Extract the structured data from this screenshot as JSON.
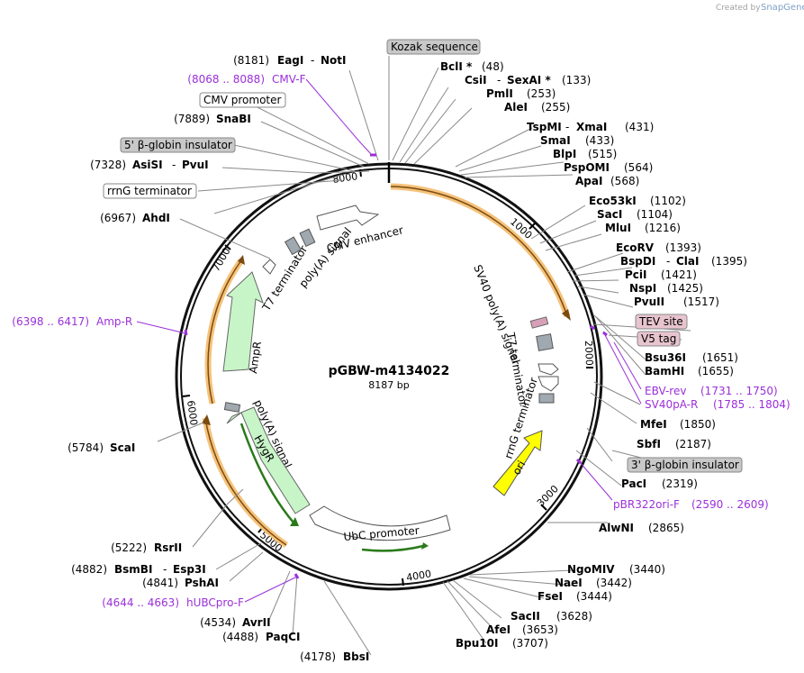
{
  "credit": {
    "text": "Created by",
    "brand": "SnapGene"
  },
  "map": {
    "name": "pGBW-m4134022",
    "length_label": "8187 bp",
    "length": 8187,
    "ticks": [
      "1000",
      "2000",
      "3000",
      "4000",
      "5000",
      "6000",
      "7000",
      "8000"
    ]
  },
  "sites": [
    {
      "name": "EagI",
      "name2": "NotI",
      "pos": "(8181)"
    },
    {
      "name": "SnaBI",
      "pos": "(7889)"
    },
    {
      "name": "AsiSI",
      "name2": "PvuI",
      "pos": "(7328)"
    },
    {
      "name": "AhdI",
      "pos": "(6967)"
    },
    {
      "name": "ScaI",
      "pos": "(5784)"
    },
    {
      "name": "RsrII",
      "pos": "(5222)"
    },
    {
      "name": "BsmBI",
      "name2": "Esp3I",
      "pos": "(4882)"
    },
    {
      "name": "PshAI",
      "pos": "(4841)"
    },
    {
      "name": "AvrII",
      "pos": "(4534)"
    },
    {
      "name": "PaqCI",
      "pos": "(4488)"
    },
    {
      "name": "BbsI",
      "pos": "(4178)"
    },
    {
      "name": "BclI *",
      "pos": "(48)"
    },
    {
      "name": "CsiI",
      "name2": "SexAI *",
      "pos": "(133)"
    },
    {
      "name": "PmlI",
      "pos": "(253)"
    },
    {
      "name": "AleI",
      "pos": "(255)"
    },
    {
      "name": "TspMI",
      "name2": "XmaI",
      "pos": "(431)"
    },
    {
      "name": "SmaI",
      "pos": "(433)"
    },
    {
      "name": "BlpI",
      "pos": "(515)"
    },
    {
      "name": "PspOMI",
      "pos": "(564)"
    },
    {
      "name": "ApaI",
      "pos": "(568)"
    },
    {
      "name": "Eco53kI",
      "pos": "(1102)"
    },
    {
      "name": "SacI",
      "pos": "(1104)"
    },
    {
      "name": "MluI",
      "pos": "(1216)"
    },
    {
      "name": "EcoRV",
      "pos": "(1393)"
    },
    {
      "name": "BspDI",
      "name2": "ClaI",
      "pos": "(1395)"
    },
    {
      "name": "PciI",
      "pos": "(1421)"
    },
    {
      "name": "NspI",
      "pos": "(1425)"
    },
    {
      "name": "PvuII",
      "pos": "(1517)"
    },
    {
      "name": "Bsu36I",
      "pos": "(1651)"
    },
    {
      "name": "BamHI",
      "pos": "(1655)"
    },
    {
      "name": "MfeI",
      "pos": "(1850)"
    },
    {
      "name": "SbfI",
      "pos": "(2187)"
    },
    {
      "name": "PacI",
      "pos": "(2319)"
    },
    {
      "name": "AlwNI",
      "pos": "(2865)"
    },
    {
      "name": "NgoMIV",
      "pos": "(3440)"
    },
    {
      "name": "NaeI",
      "pos": "(3442)"
    },
    {
      "name": "FseI",
      "pos": "(3444)"
    },
    {
      "name": "SacII",
      "pos": "(3628)"
    },
    {
      "name": "AfeI",
      "pos": "(3653)"
    },
    {
      "name": "Bpu10I",
      "pos": "(3707)"
    }
  ],
  "primers": [
    {
      "range": "(8068 .. 8088)",
      "name": "CMV-F"
    },
    {
      "range": "(6398 .. 6417)",
      "name": "Amp-R"
    },
    {
      "range": "(4644 .. 4663)",
      "name": "hUBCpro-F"
    },
    {
      "name": "EBV-rev",
      "range": "(1731 .. 1750)"
    },
    {
      "name": "SV40pA-R",
      "range": "(1785 .. 1804)"
    },
    {
      "name": "pBR322ori-F",
      "range": "(2590 .. 2609)"
    }
  ],
  "boxes": [
    {
      "label": "Kozak sequence",
      "fill": "#c8c8c8"
    },
    {
      "label": "CMV promoter",
      "fill": "#ffffff"
    },
    {
      "label": "5' β-globin insulator",
      "fill": "#c8c8c8"
    },
    {
      "label": "rrnG terminator",
      "fill": "#ffffff"
    },
    {
      "label": "TEV site",
      "fill": "#e8c4cf"
    },
    {
      "label": "V5 tag",
      "fill": "#e8c4cf"
    },
    {
      "label": "3' β-globin insulator",
      "fill": "#c8c8c8"
    }
  ],
  "features": {
    "cmv_enhancer": "CMV enhancer",
    "polya_signal": "poly(A) signal",
    "t7_terminator": "T7 terminator",
    "ampr": "AmpR",
    "sv40_polya": "SV40 poly(A) signal",
    "t7_terminator_r": "T7 terminator",
    "rrng_terminator_r": "rrnG terminator",
    "ori": "ori",
    "polya_signal_l": "poly(A) signal",
    "hygr": "HygR",
    "ubc_promoter": "UbC promoter"
  },
  "colors": {
    "primer": "#9b30d9",
    "ampr_fill": "#c8f5c8",
    "ori_fill": "#ffff00",
    "orf_orange": "#f5c27a",
    "tev_fill": "#d8a0b8"
  }
}
